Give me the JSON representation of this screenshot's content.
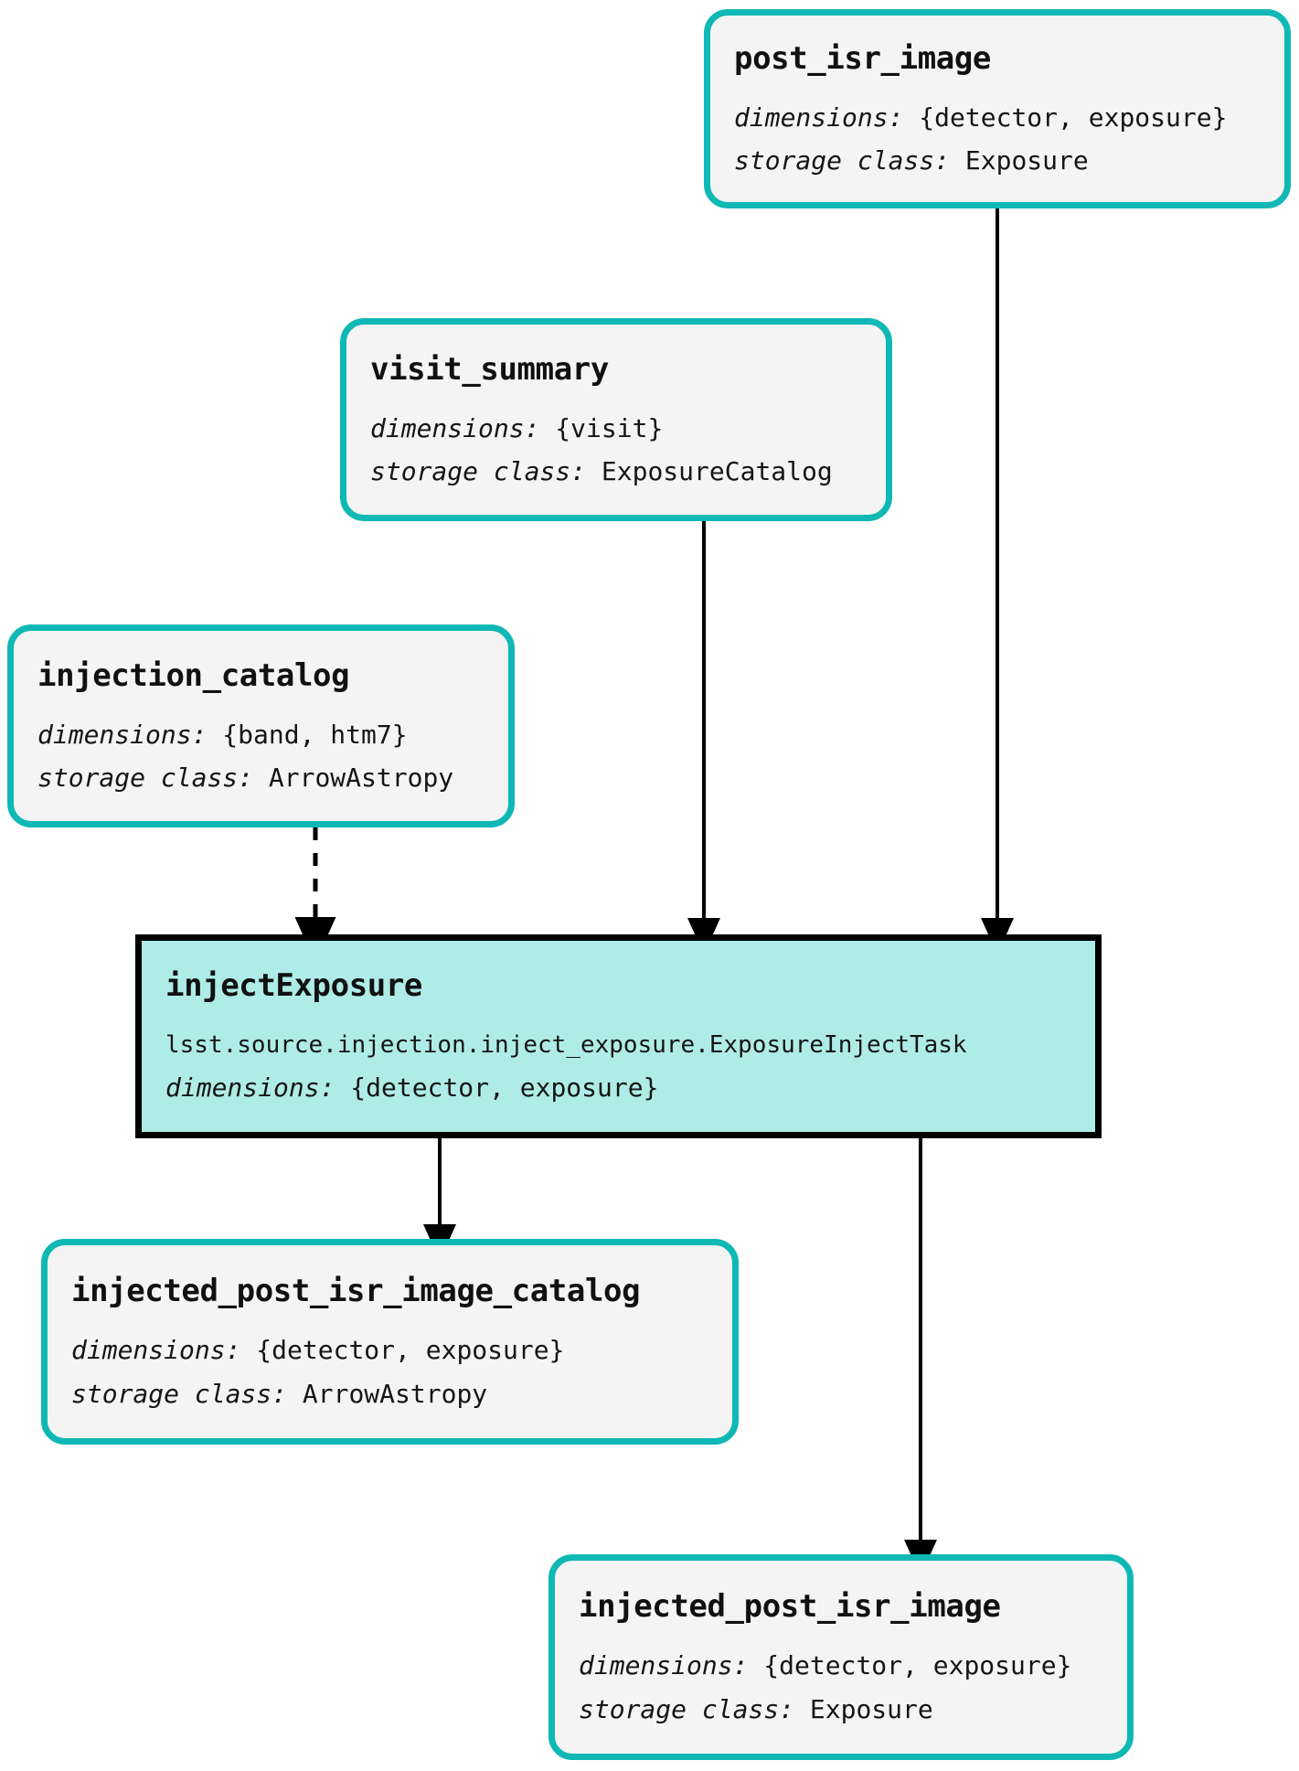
{
  "diagram": {
    "type": "pipeline-dag",
    "labels": {
      "dimensions_key": "dimensions:",
      "storage_class_key": "storage class:"
    },
    "colors": {
      "dataset_border": "#0FB8B4",
      "dataset_fill": "#F4F4F4",
      "task_border": "#000000",
      "task_fill": "#AFECE7",
      "edge": "#000000"
    },
    "nodes": [
      {
        "id": "post_isr_image",
        "kind": "dataset",
        "title": "post_isr_image",
        "dimensions": "{detector, exposure}",
        "storage_class": "Exposure"
      },
      {
        "id": "visit_summary",
        "kind": "dataset",
        "title": "visit_summary",
        "dimensions": "{visit}",
        "storage_class": "ExposureCatalog"
      },
      {
        "id": "injection_catalog",
        "kind": "dataset",
        "title": "injection_catalog",
        "dimensions": "{band, htm7}",
        "storage_class": "ArrowAstropy"
      },
      {
        "id": "injectExposure",
        "kind": "task",
        "title": "injectExposure",
        "task_class": "lsst.source.injection.inject_exposure.ExposureInjectTask",
        "dimensions": "{detector, exposure}"
      },
      {
        "id": "injected_post_isr_image_catalog",
        "kind": "dataset",
        "title": "injected_post_isr_image_catalog",
        "dimensions": "{detector, exposure}",
        "storage_class": "ArrowAstropy"
      },
      {
        "id": "injected_post_isr_image",
        "kind": "dataset",
        "title": "injected_post_isr_image",
        "dimensions": "{detector, exposure}",
        "storage_class": "Exposure"
      }
    ],
    "edges": [
      {
        "from": "post_isr_image",
        "to": "injectExposure",
        "style": "solid"
      },
      {
        "from": "visit_summary",
        "to": "injectExposure",
        "style": "solid"
      },
      {
        "from": "injection_catalog",
        "to": "injectExposure",
        "style": "dashed"
      },
      {
        "from": "injectExposure",
        "to": "injected_post_isr_image_catalog",
        "style": "solid"
      },
      {
        "from": "injectExposure",
        "to": "injected_post_isr_image",
        "style": "solid"
      }
    ]
  }
}
